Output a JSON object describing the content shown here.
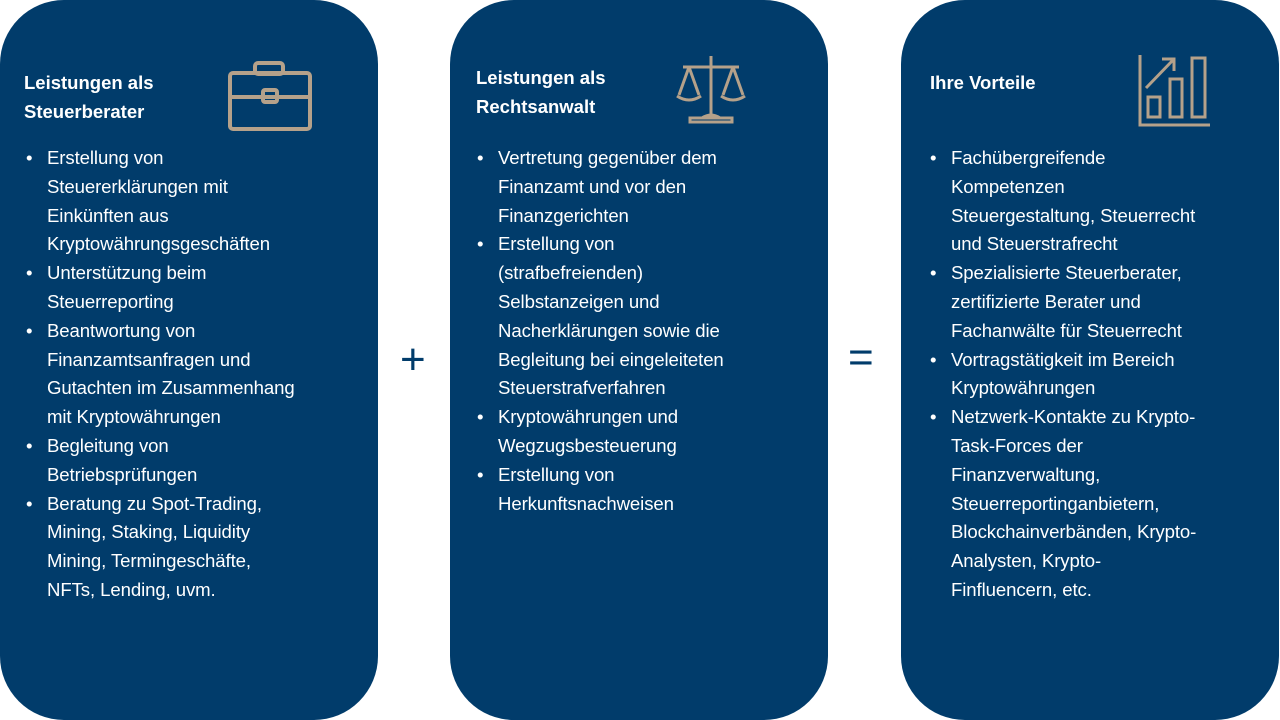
{
  "colors": {
    "panel": "#013c6b",
    "icon": "#b5a18a"
  },
  "panels": [
    {
      "title": "Leistungen als\nSteuerberater",
      "icon": "briefcase-icon",
      "items": [
        "Erstellung von\nSteuererklärungen mit\nEinkünften aus\nKryptowährungsgeschäften",
        "Unterstützung beim\nSteuerreporting",
        "Beantwortung von\nFinanzamtsanfragen und\nGutachten im Zusammenhang\nmit Kryptowährungen",
        "Begleitung von\nBetriebsprüfungen",
        "Beratung zu Spot-Trading,\nMining, Staking, Liquidity\nMining, Termingeschäfte,\nNFTs, Lending, uvm."
      ]
    },
    {
      "title": "Leistungen als\nRechtsanwalt",
      "icon": "scales-icon",
      "items": [
        "Vertretung gegenüber dem\nFinanzamt und vor den\nFinanzgerichten",
        "Erstellung von\n(strafbefreienden)\nSelbstanzeigen und\nNacherklärungen sowie die\nBegleitung bei eingeleiteten\nSteuerstrafverfahren",
        "Kryptowährungen und\nWegzugsbesteuerung",
        "Erstellung von\nHerkunftsnachweisen"
      ]
    },
    {
      "title": "Ihre Vorteile",
      "icon": "growth-chart-icon",
      "items": [
        "Fachübergreifende\nKompetenzen\nSteuergestaltung, Steuerrecht\nund Steuerstrafrecht",
        "Spezialisierte Steuerberater,\nzertifizierte Berater und\nFachanwälte für Steuerrecht",
        "Vortragstätigkeit im Bereich\nKryptowährungen",
        "Netzwerk-Kontakte zu Krypto-\nTask-Forces der\nFinanzverwaltung,\nSteuerreportinganbietern,\nBlockchainverbänden, Krypto-\nAnalysten, Krypto-\nFinfluencern, etc."
      ]
    }
  ],
  "operators": {
    "plus": "+",
    "equals": "="
  }
}
